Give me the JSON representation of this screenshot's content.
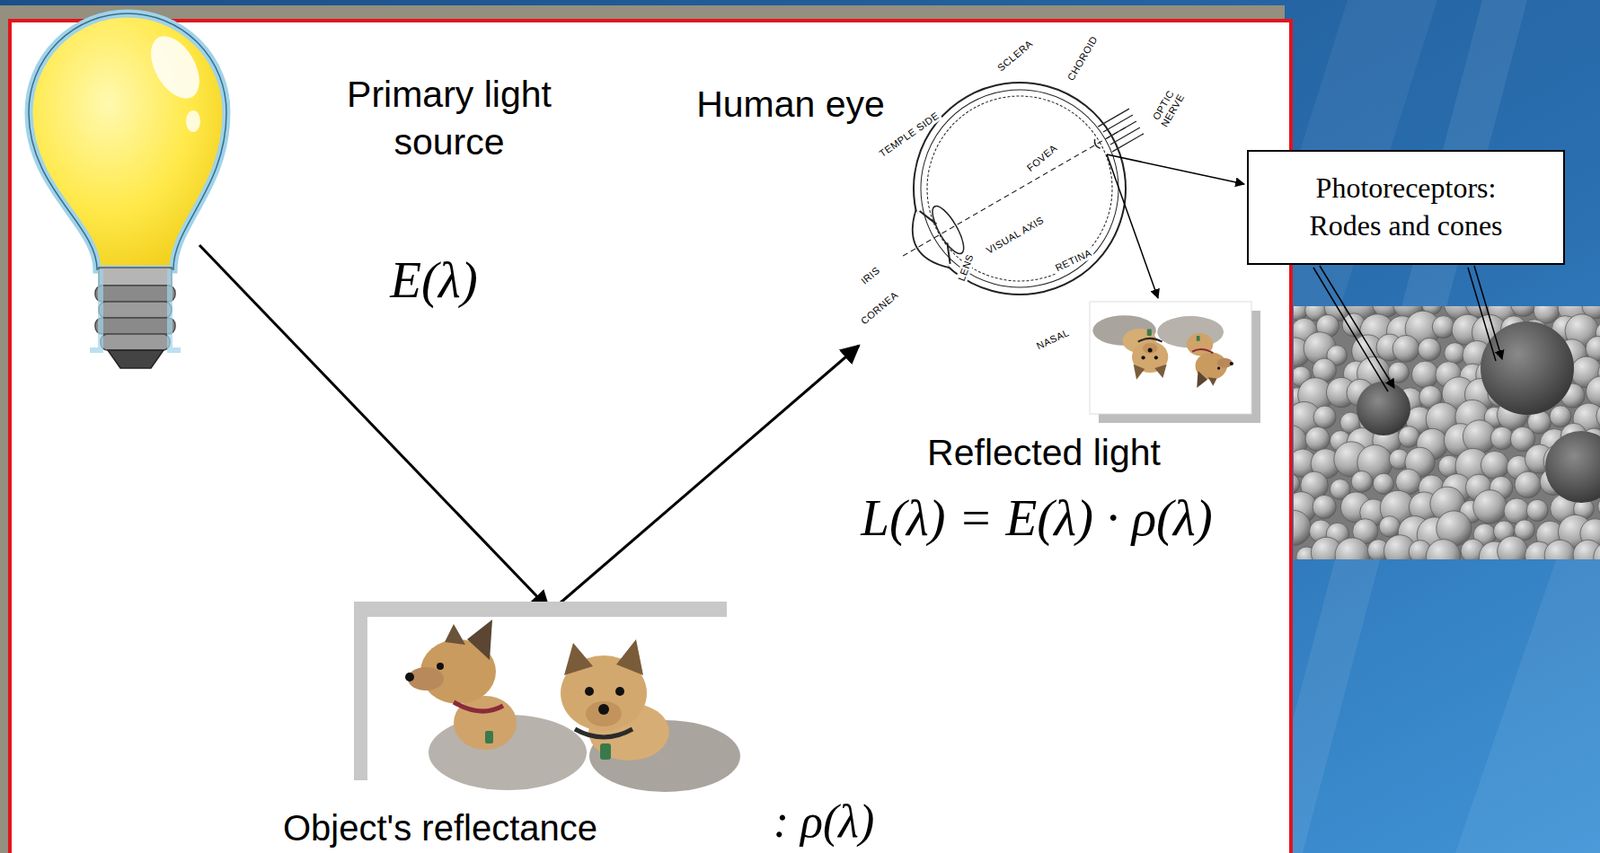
{
  "diagram": {
    "nodes": [
      {
        "text": [
          "Photoreceptors: Rodes and cones"
        ]
      }
    ],
    "labels": [
      "Primary light source",
      "E(λ)",
      "Human eye",
      "TEMPLE SIDE",
      "SCLERA",
      "CHOROID",
      "FOVEA",
      "OPTIC NERVE",
      "VISUAL AXIS",
      "RETINA",
      "IRIS",
      "CORNEA",
      "LENS",
      "NASAL",
      "Reflected light",
      "L(λ) = E(λ) · ρ(λ)",
      "Object's reflectance",
      ": ρ(λ)"
    ]
  }
}
